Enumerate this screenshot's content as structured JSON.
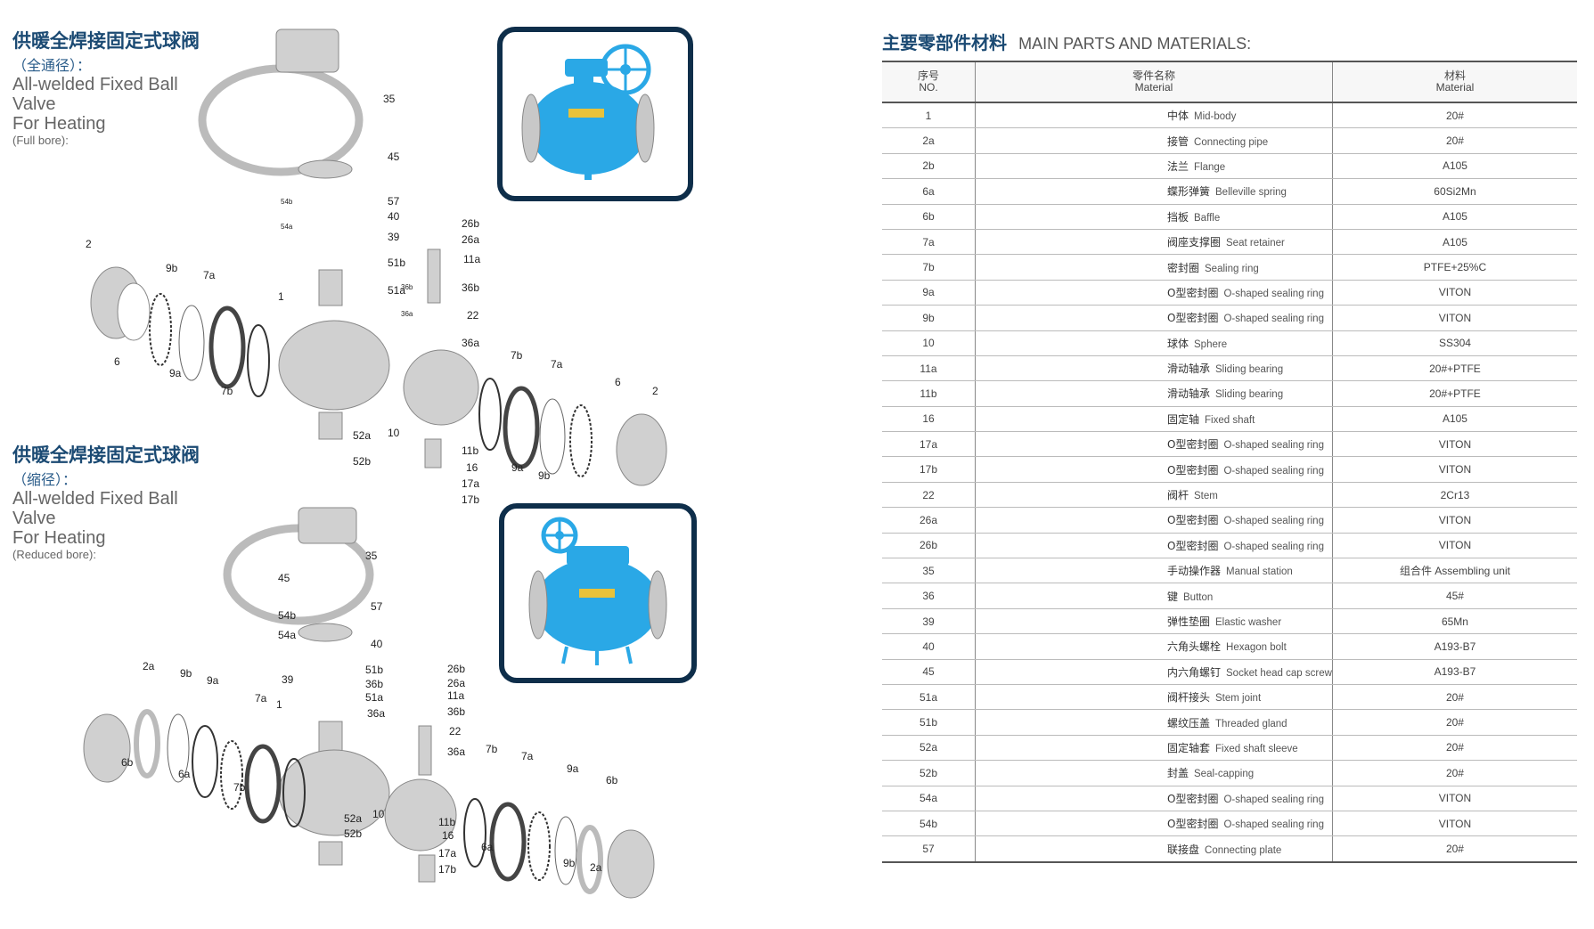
{
  "left": {
    "full": {
      "title_cn": "供暖全焊接固定式球阀",
      "subtitle_cn": "（全通径）：",
      "title_en1": "All-welded Fixed Ball Valve",
      "title_en2": "For Heating",
      "bore": "(Full bore):"
    },
    "reduced": {
      "title_cn": "供暖全焊接固定式球阀",
      "subtitle_cn": "（缩径）：",
      "title_en1": "All-welded Fixed Ball Valve",
      "title_en2": "For Heating",
      "bore": "(Reduced bore):"
    }
  },
  "diagram_labels_full": [
    "35",
    "45",
    "57",
    "54b",
    "40",
    "54a",
    "39",
    "51b",
    "51a",
    "36b",
    "36a",
    "26b",
    "26a",
    "11a",
    "36b",
    "22",
    "36a",
    "2",
    "9b",
    "7a",
    "1",
    "6",
    "9a",
    "7b",
    "52a",
    "52b",
    "10",
    "11b",
    "16",
    "17a",
    "17b",
    "7b",
    "7a",
    "6",
    "2",
    "9a",
    "9b"
  ],
  "diagram_labels_reduced": [
    "35",
    "45",
    "57",
    "54b",
    "40",
    "54a",
    "39",
    "51b",
    "36b",
    "51a",
    "36a",
    "26b",
    "26a",
    "11a",
    "36b",
    "22",
    "36a",
    "2a",
    "9b",
    "9a",
    "7a",
    "1",
    "6b",
    "6a",
    "7b",
    "52a",
    "52b",
    "10",
    "11b",
    "16",
    "17a",
    "17b",
    "7b",
    "7a",
    "9a",
    "6b",
    "6a",
    "9b",
    "2a"
  ],
  "table": {
    "title_cn": "主要零部件材料",
    "title_en": "MAIN PARTS AND MATERIALS:",
    "headers": [
      {
        "cn": "序号",
        "en": "NO."
      },
      {
        "cn": "零件名称",
        "en": "Material"
      },
      {
        "cn": "材料",
        "en": "Material"
      }
    ],
    "rows": [
      {
        "no": "1",
        "cn": "中体",
        "en": "Mid-body",
        "mat": "20#"
      },
      {
        "no": "2a",
        "cn": "接管",
        "en": "Connecting pipe",
        "mat": "20#"
      },
      {
        "no": "2b",
        "cn": "法兰",
        "en": "Flange",
        "mat": "A105"
      },
      {
        "no": "6a",
        "cn": "蝶形弹簧",
        "en": "Belleville spring",
        "mat": "60Si2Mn"
      },
      {
        "no": "6b",
        "cn": "挡板",
        "en": "Baffle",
        "mat": "A105"
      },
      {
        "no": "7a",
        "cn": "阀座支撑圈",
        "en": "Seat retainer",
        "mat": "A105"
      },
      {
        "no": "7b",
        "cn": "密封圈",
        "en": "Sealing ring",
        "mat": "PTFE+25%C"
      },
      {
        "no": "9a",
        "cn": "O型密封圈",
        "en": "O-shaped sealing ring",
        "mat": "VITON"
      },
      {
        "no": "9b",
        "cn": "O型密封圈",
        "en": "O-shaped sealing ring",
        "mat": "VITON"
      },
      {
        "no": "10",
        "cn": "球体",
        "en": "Sphere",
        "mat": "SS304"
      },
      {
        "no": "11a",
        "cn": "滑动轴承",
        "en": "Sliding bearing",
        "mat": "20#+PTFE"
      },
      {
        "no": "11b",
        "cn": "滑动轴承",
        "en": "Sliding bearing",
        "mat": "20#+PTFE"
      },
      {
        "no": "16",
        "cn": "固定轴",
        "en": "Fixed shaft",
        "mat": "A105"
      },
      {
        "no": "17a",
        "cn": "O型密封圈",
        "en": "O-shaped sealing ring",
        "mat": "VITON"
      },
      {
        "no": "17b",
        "cn": "O型密封圈",
        "en": "O-shaped sealing ring",
        "mat": "VITON"
      },
      {
        "no": "22",
        "cn": "阀杆",
        "en": "Stem",
        "mat": "2Cr13"
      },
      {
        "no": "26a",
        "cn": "O型密封圈",
        "en": "O-shaped sealing ring",
        "mat": "VITON"
      },
      {
        "no": "26b",
        "cn": "O型密封圈",
        "en": "O-shaped sealing ring",
        "mat": "VITON"
      },
      {
        "no": "35",
        "cn": "手动操作器",
        "en": "Manual station",
        "mat": "组合件  Assembling unit"
      },
      {
        "no": "36",
        "cn": "键",
        "en": "Button",
        "mat": "45#"
      },
      {
        "no": "39",
        "cn": "弹性垫圈",
        "en": "Elastic washer",
        "mat": "65Mn"
      },
      {
        "no": "40",
        "cn": "六角头螺栓",
        "en": "Hexagon bolt",
        "mat": "A193-B7"
      },
      {
        "no": "45",
        "cn": "内六角螺钉",
        "en": "Socket head cap screw",
        "mat": "A193-B7"
      },
      {
        "no": "51a",
        "cn": "阀杆接头",
        "en": "Stem joint",
        "mat": "20#"
      },
      {
        "no": "51b",
        "cn": "螺纹压盖",
        "en": "Threaded gland",
        "mat": "20#"
      },
      {
        "no": "52a",
        "cn": "固定轴套",
        "en": "Fixed shaft sleeve",
        "mat": "20#"
      },
      {
        "no": "52b",
        "cn": "封盖",
        "en": "Seal-capping",
        "mat": "20#"
      },
      {
        "no": "54a",
        "cn": "O型密封圈",
        "en": "O-shaped sealing ring",
        "mat": "VITON"
      },
      {
        "no": "54b",
        "cn": "O型密封圈",
        "en": "O-shaped sealing ring",
        "mat": "VITON"
      },
      {
        "no": "57",
        "cn": "联接盘",
        "en": "Connecting plate",
        "mat": "20#"
      }
    ]
  },
  "colors": {
    "valve_blue": "#2aa8e6",
    "frame_navy": "#0e2e4a",
    "title_blue": "#1b4a73",
    "part_gray": "#c9c9c9"
  }
}
